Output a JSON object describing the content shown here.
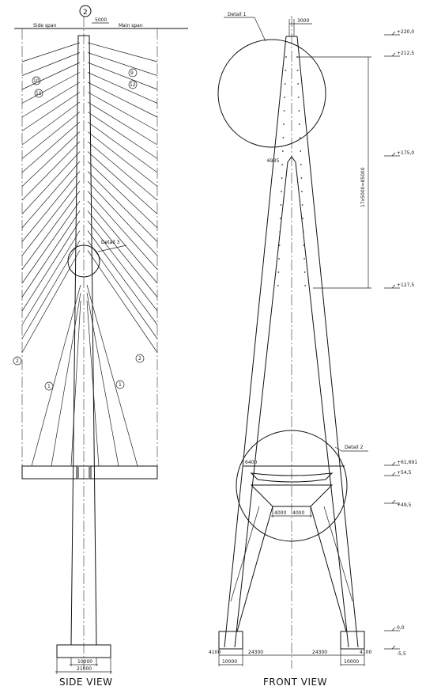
{
  "views": {
    "side": {
      "title": "SIDE VIEW"
    },
    "front": {
      "title": "FRONT VIEW"
    }
  },
  "side_view": {
    "pylon_number": "2",
    "side_span_label": "Side span",
    "main_span_label": "Main span",
    "top_width_dim": "5000",
    "detail_label": "Detail 3",
    "cable_labels": [
      "10",
      "11",
      "9",
      "12",
      "2",
      "2",
      "1",
      "1"
    ],
    "footing_dims": [
      "10000",
      "21000"
    ]
  },
  "front_view": {
    "top_dim": "3000",
    "detail1_label": "Detail 1",
    "detail2_label": "Detail 2",
    "dim_anchorage": "6935",
    "dim_deck": "6400",
    "dim_vertical": "17x5000=85000",
    "cross_beam_dims": [
      "4000",
      "4000"
    ],
    "base_dims": [
      "4100",
      "24300",
      "24300",
      "4100"
    ],
    "footing_dims": [
      "10000",
      "10000"
    ],
    "elevations": [
      "+220,0",
      "+212,5",
      "+175,0",
      "+127,5",
      "+61,691",
      "+54,5",
      "+49,5",
      "0,0",
      "-5,5"
    ]
  }
}
